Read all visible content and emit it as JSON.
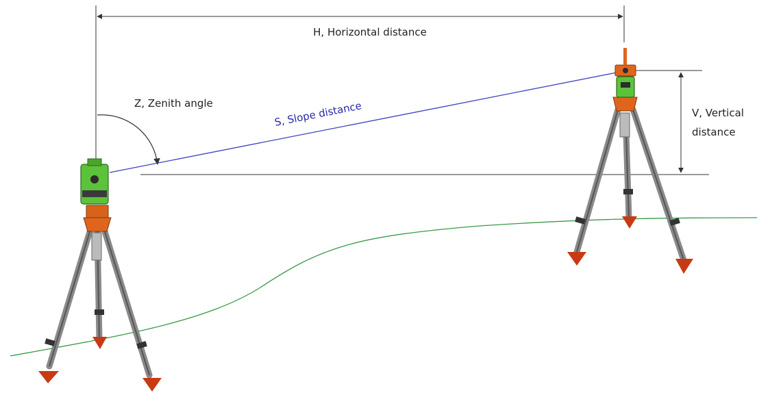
{
  "labels": {
    "horizontal": "H, Horizontal distance",
    "zenith": "Z, Zenith angle",
    "slope": "S, Slope distance",
    "vertical_line1": "V, Vertical",
    "vertical_line2": "distance"
  },
  "colors": {
    "slope_line": "#4040c0",
    "ground_line": "#3a9a4a",
    "instrument_green": "#5cc23a",
    "instrument_orange": "#e0651c",
    "tripod_leg": "#8a8a8a",
    "tripod_foot": "#c83a14",
    "dimension_line": "#333333"
  }
}
